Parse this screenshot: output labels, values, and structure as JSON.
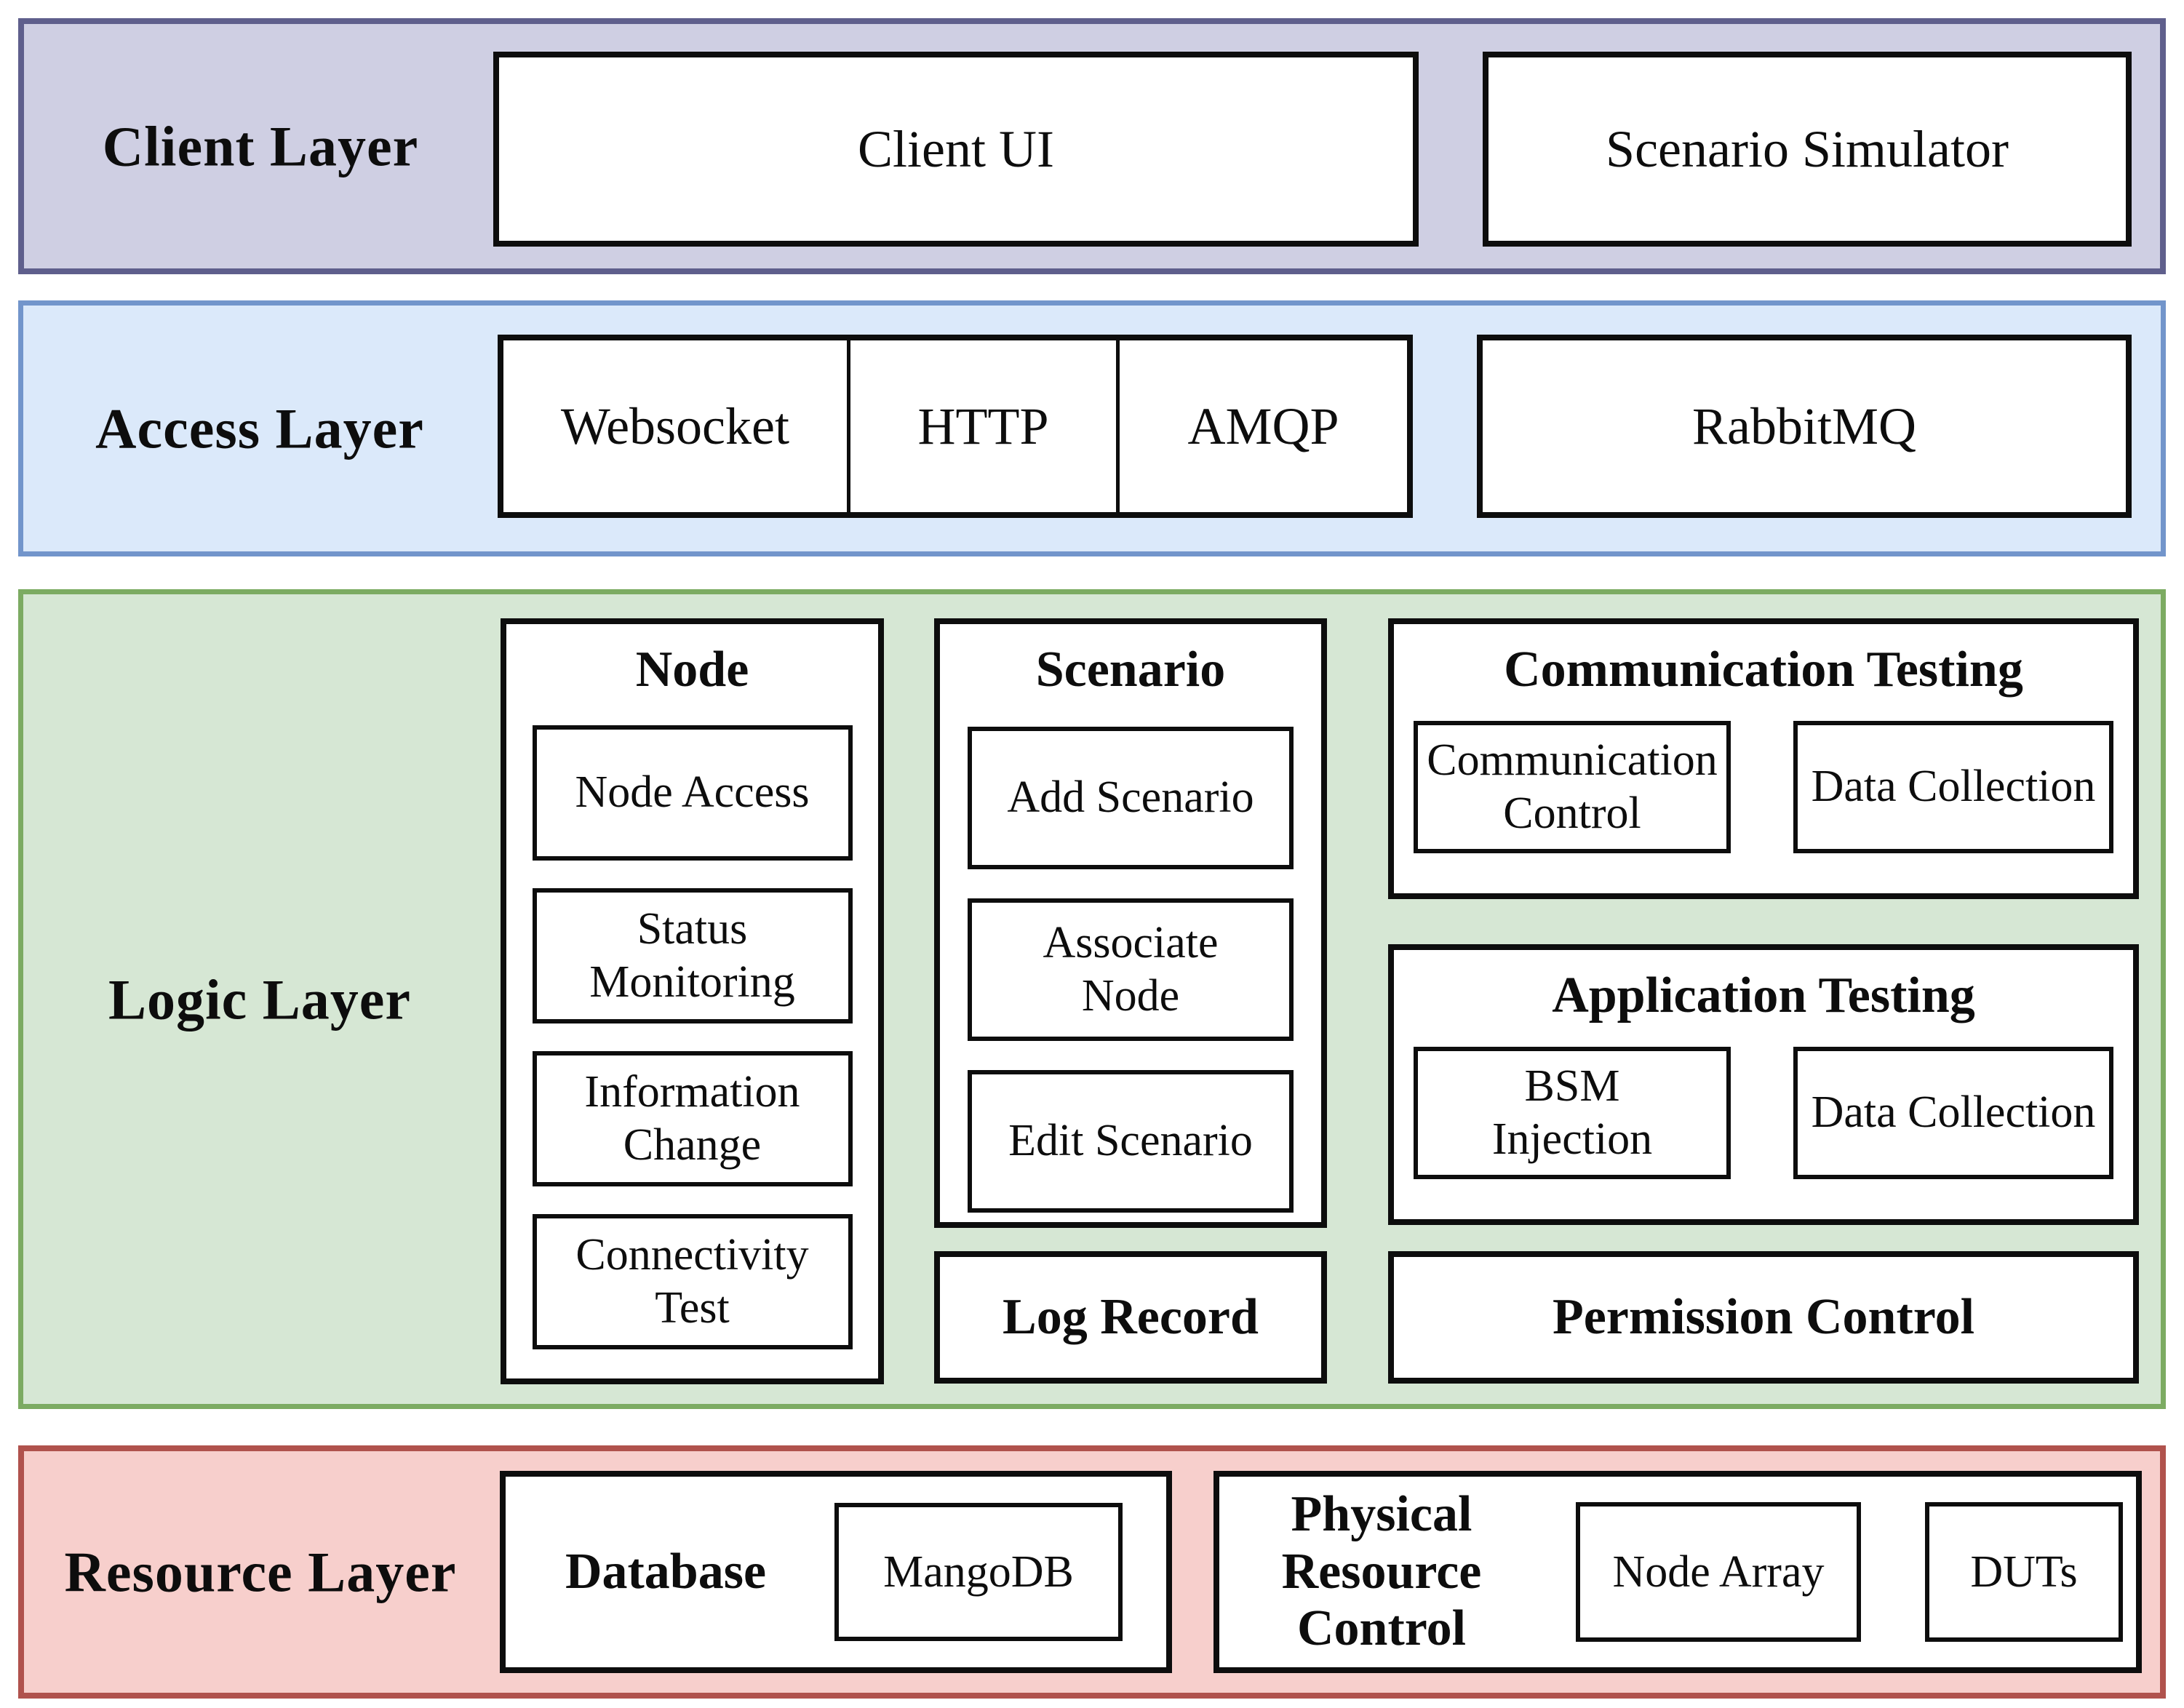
{
  "diagram": {
    "client_layer": {
      "label": "Client Layer",
      "client_ui": "Client UI",
      "scenario_simulator": "Scenario Simulator"
    },
    "access_layer": {
      "label": "Access Layer",
      "protocols": [
        "Websocket",
        "HTTP",
        "AMQP"
      ],
      "broker": "RabbitMQ"
    },
    "logic_layer": {
      "label": "Logic Layer",
      "node_group": {
        "title": "Node",
        "items": [
          "Node Access",
          "Status Monitoring",
          "Information Change",
          "Connectivity Test"
        ]
      },
      "scenario_group": {
        "title": "Scenario",
        "items": [
          "Add Scenario",
          "Associate Node",
          "Edit Scenario"
        ]
      },
      "communication_testing": {
        "title": "Communication Testing",
        "items": [
          "Communication Control",
          "Data Collection"
        ]
      },
      "application_testing": {
        "title": "Application Testing",
        "items": [
          "BSM Injection",
          "Data Collection"
        ]
      },
      "log_record": "Log Record",
      "permission_control": "Permission Control"
    },
    "resource_layer": {
      "label": "Resource Layer",
      "database_group": {
        "title": "Database",
        "items": [
          "MangoDB"
        ]
      },
      "physical_group": {
        "title": "Physical Resource Control",
        "items": [
          "Node Array",
          "DUTs"
        ]
      }
    },
    "colors": {
      "client_bg": "#cfcfe3",
      "client_border": "#5f5f8c",
      "access_bg": "#dbe9fa",
      "access_border": "#7295cb",
      "logic_bg": "#d6e7d4",
      "logic_border": "#7cab62",
      "resource_bg": "#f7cfcc",
      "resource_border": "#b0524d",
      "box_bg": "#ffffff",
      "box_border": "#0d0d0d"
    }
  }
}
